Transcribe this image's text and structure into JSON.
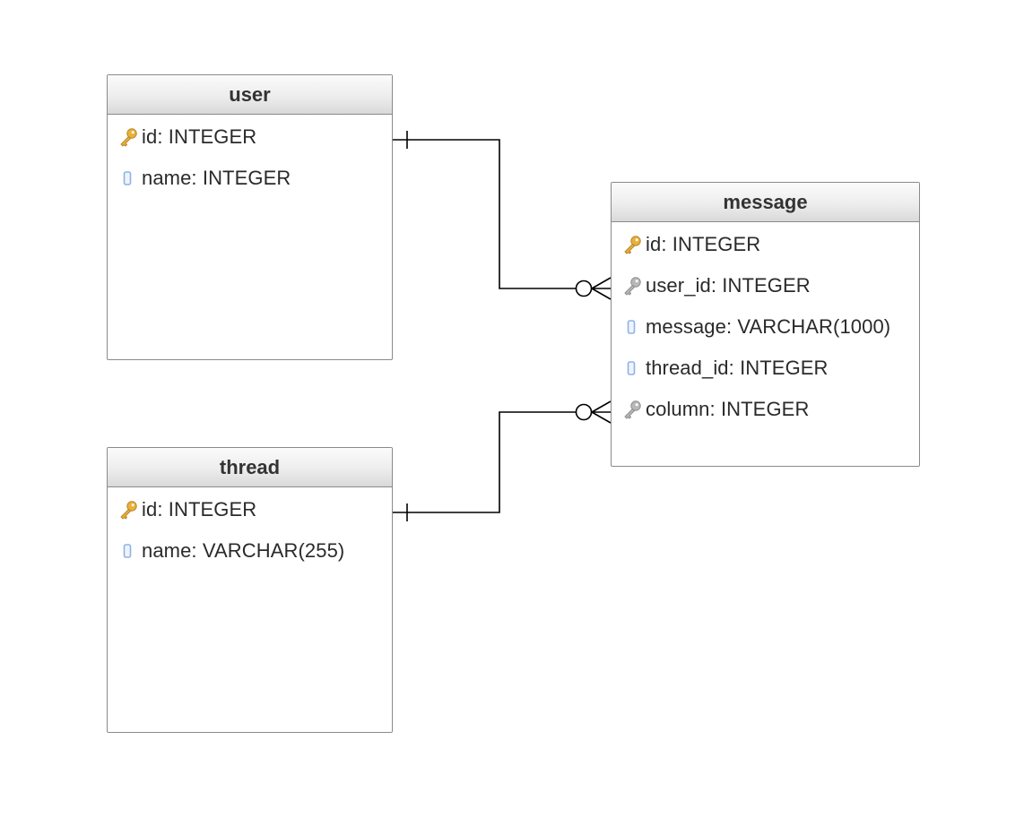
{
  "entities": {
    "user": {
      "name": "user",
      "fields": [
        {
          "label": "id: INTEGER",
          "icon": "primary-key-icon"
        },
        {
          "label": "name: INTEGER",
          "icon": "column-icon"
        }
      ]
    },
    "message": {
      "name": "message",
      "fields": [
        {
          "label": "id: INTEGER",
          "icon": "primary-key-icon"
        },
        {
          "label": "user_id: INTEGER",
          "icon": "foreign-key-icon"
        },
        {
          "label": "message: VARCHAR(1000)",
          "icon": "column-icon"
        },
        {
          "label": "thread_id: INTEGER",
          "icon": "column-icon"
        },
        {
          "label": "column: INTEGER",
          "icon": "foreign-key-icon"
        }
      ]
    },
    "thread": {
      "name": "thread",
      "fields": [
        {
          "label": "id: INTEGER",
          "icon": "primary-key-icon"
        },
        {
          "label": "name: VARCHAR(255)",
          "icon": "column-icon"
        }
      ]
    }
  },
  "relationships": [
    {
      "from": "user.id",
      "to": "message.user_id",
      "from_end": "one",
      "to_end": "zero-or-many"
    },
    {
      "from": "thread.id",
      "to": "message.column",
      "from_end": "one",
      "to_end": "zero-or-many"
    }
  ],
  "colors": {
    "primary_key": "#e8b13a",
    "foreign_key": "#b8b8b8",
    "column": "#8fb2e6",
    "line": "#000000",
    "border": "#8a8a8a"
  }
}
